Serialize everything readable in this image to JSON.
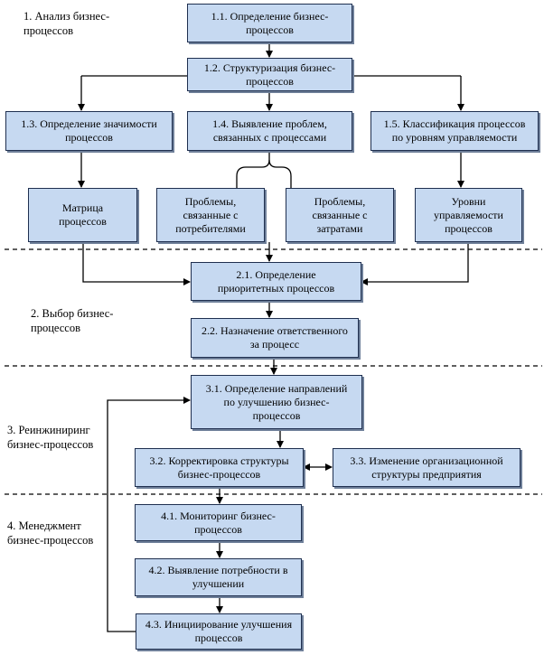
{
  "stages": [
    "1. Анализ бизнес-\nпроцессов",
    "2. Выбор бизнес-\nпроцессов",
    "3. Реинжиниринг\nбизнес-процессов",
    "4. Менеджмент\nбизнес-процессов"
  ],
  "boxes": {
    "b1_1": "1.1. Определение бизнес-\nпроцессов",
    "b1_2": "1.2. Структуризация бизнес-\nпроцессов",
    "b1_3": "1.3. Определение значимости\nпроцессов",
    "b1_4": "1.4. Выявление проблем,\nсвязанных с процессами",
    "b1_5": "1.5. Классификация процессов\nпо уровням управляемости",
    "matrix": "Матрица\nпроцессов",
    "prob_cons": "Проблемы,\nсвязанные с\nпотребителями",
    "prob_cost": "Проблемы,\nсвязанные с\nзатратами",
    "levels": "Уровни\nуправляемости\nпроцессов",
    "b2_1": "2.1. Определение\nприоритетных процессов",
    "b2_2": "2.2. Назначение ответственного\nза процесс",
    "b3_1": "3.1. Определение направлений\nпо улучшению бизнес-\nпроцессов",
    "b3_2": "3.2. Корректировка структуры\nбизнес-процессов",
    "b3_3": "3.3. Изменение организационной\nструктуры предприятия",
    "b4_1": "4.1. Мониторинг бизнес-\nпроцессов",
    "b4_2": "4.2. Выявление потребности в\nулучшении",
    "b4_3": "4.3. Инициирование улучшения\nпроцессов"
  },
  "colors": {
    "box_fill": "#c6d9f1",
    "box_border": "#1f2f4f",
    "line": "#000000"
  }
}
